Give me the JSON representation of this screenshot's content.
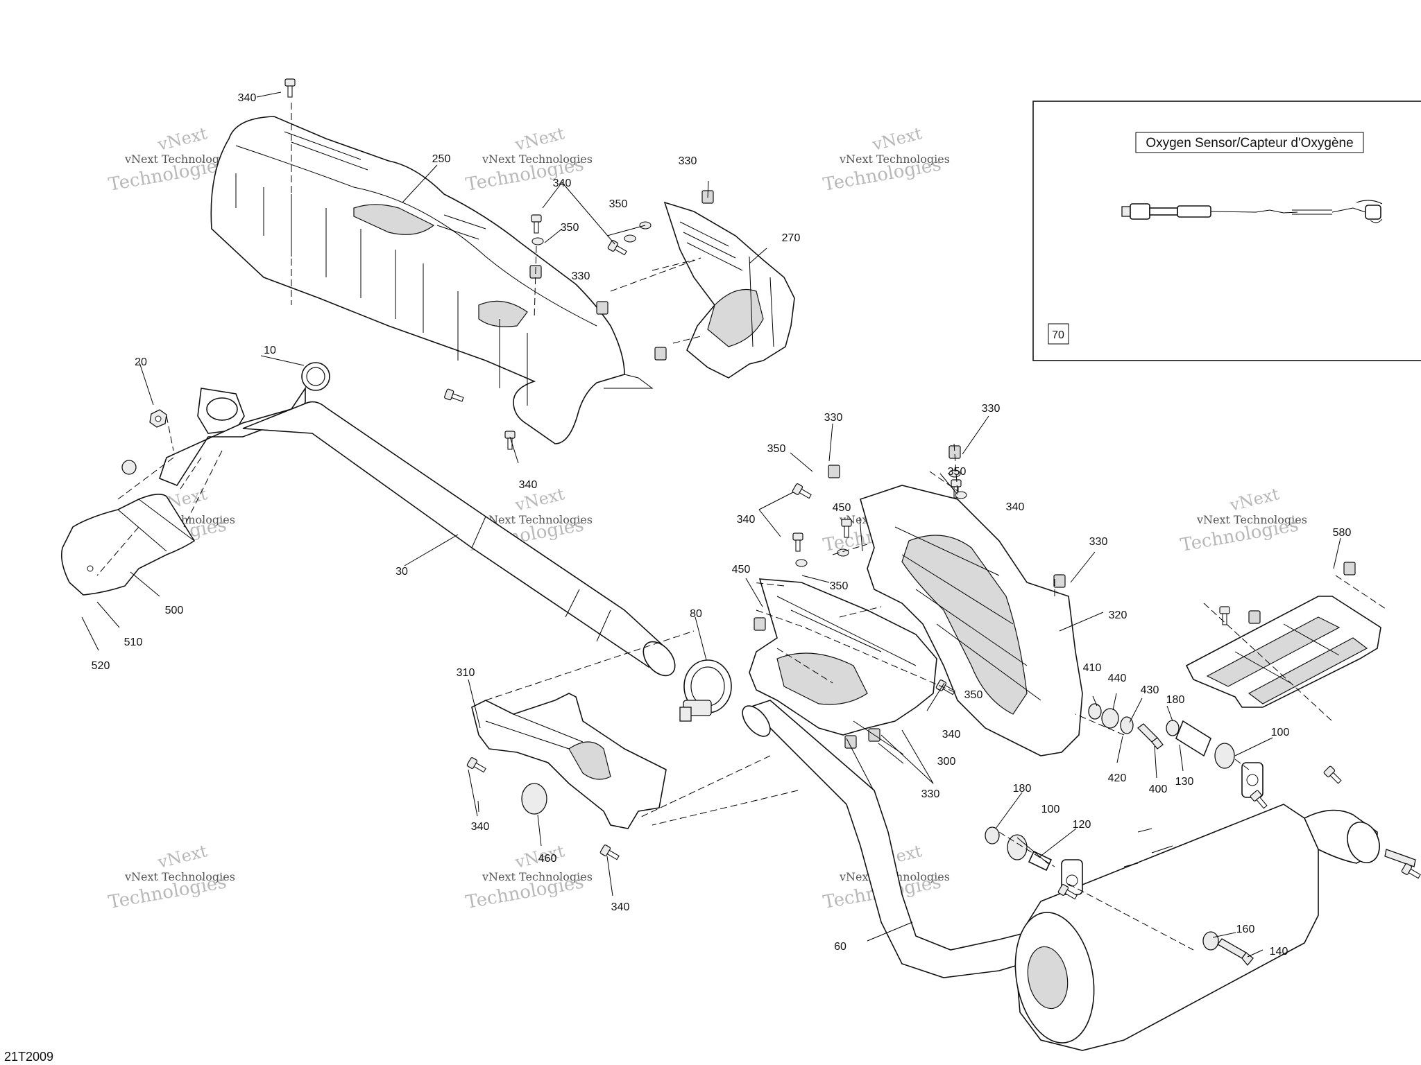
{
  "figure_code": "21T2009",
  "inset": {
    "title": "Oxygen Sensor/Capteur d'Oxygène",
    "part_number": "70"
  },
  "watermark": {
    "line1": "vNext Technologies",
    "line2": "Technologies",
    "brand": "vNext"
  },
  "callouts": [
    {
      "id": "c340a",
      "text": "340"
    },
    {
      "id": "c250",
      "text": "250"
    },
    {
      "id": "c340b",
      "text": "340"
    },
    {
      "id": "c350a",
      "text": "350"
    },
    {
      "id": "c350b",
      "text": "350"
    },
    {
      "id": "c330a",
      "text": "330"
    },
    {
      "id": "c330b",
      "text": "330"
    },
    {
      "id": "c270",
      "text": "270"
    },
    {
      "id": "c10",
      "text": "10"
    },
    {
      "id": "c20",
      "text": "20"
    },
    {
      "id": "c340c",
      "text": "340"
    },
    {
      "id": "c30",
      "text": "30"
    },
    {
      "id": "c500",
      "text": "500"
    },
    {
      "id": "c510",
      "text": "510"
    },
    {
      "id": "c520",
      "text": "520"
    },
    {
      "id": "c330c",
      "text": "330"
    },
    {
      "id": "c330d",
      "text": "330"
    },
    {
      "id": "c350c",
      "text": "350"
    },
    {
      "id": "c350d",
      "text": "350"
    },
    {
      "id": "c340d",
      "text": "340"
    },
    {
      "id": "c450a",
      "text": "450"
    },
    {
      "id": "c340e",
      "text": "340"
    },
    {
      "id": "c350e",
      "text": "350"
    },
    {
      "id": "c450b",
      "text": "450"
    },
    {
      "id": "c330e",
      "text": "330"
    },
    {
      "id": "c580",
      "text": "580"
    },
    {
      "id": "c320",
      "text": "320"
    },
    {
      "id": "c80",
      "text": "80"
    },
    {
      "id": "c310",
      "text": "310"
    },
    {
      "id": "c340f",
      "text": "340"
    },
    {
      "id": "c350f",
      "text": "350"
    },
    {
      "id": "c300",
      "text": "300"
    },
    {
      "id": "c330f",
      "text": "330"
    },
    {
      "id": "c410",
      "text": "410"
    },
    {
      "id": "c440",
      "text": "440"
    },
    {
      "id": "c430",
      "text": "430"
    },
    {
      "id": "c420",
      "text": "420"
    },
    {
      "id": "c400",
      "text": "400"
    },
    {
      "id": "c180a",
      "text": "180"
    },
    {
      "id": "c130",
      "text": "130"
    },
    {
      "id": "c100a",
      "text": "100"
    },
    {
      "id": "c340g",
      "text": "340"
    },
    {
      "id": "c460",
      "text": "460"
    },
    {
      "id": "c340h",
      "text": "340"
    },
    {
      "id": "c180b",
      "text": "180"
    },
    {
      "id": "c100b",
      "text": "100"
    },
    {
      "id": "c120",
      "text": "120"
    },
    {
      "id": "c60",
      "text": "60"
    },
    {
      "id": "c160",
      "text": "160"
    },
    {
      "id": "c140",
      "text": "140"
    }
  ]
}
